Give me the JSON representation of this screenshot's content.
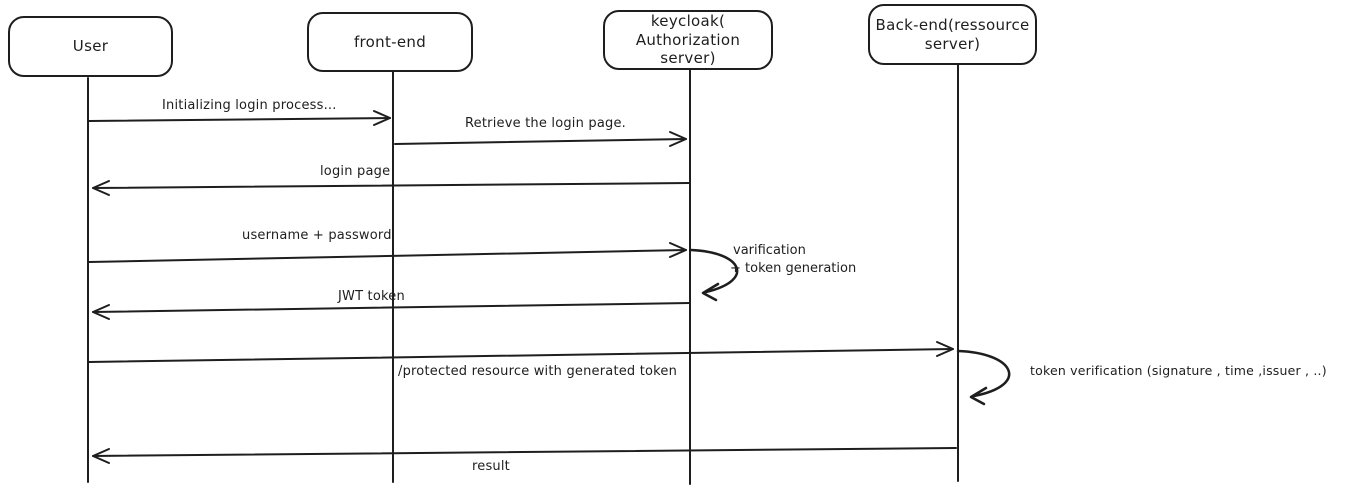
{
  "diagram": {
    "type": "sequence-diagram",
    "background_color": "#ffffff",
    "stroke_color": "#1e1e1e"
  },
  "actors": [
    {
      "id": "user",
      "label": "User"
    },
    {
      "id": "front-end",
      "label": "front-end"
    },
    {
      "id": "keycloak",
      "label_line1": "keycloak( Authorization",
      "label_line2": "server)"
    },
    {
      "id": "back-end",
      "label_line1": "Back-end(ressource",
      "label_line2": "server)"
    }
  ],
  "messages": [
    {
      "from": "User",
      "to": "front-end",
      "label": "Initializing login process..."
    },
    {
      "from": "front-end",
      "to": "keycloak",
      "label": "Retrieve the login page."
    },
    {
      "from": "keycloak",
      "to": "User",
      "label": "login page"
    },
    {
      "from": "User",
      "to": "keycloak",
      "label": "username + password"
    },
    {
      "from": "keycloak",
      "to": "keycloak",
      "self_loop": true,
      "label_line1": "varification",
      "label_line2": "+ token generation"
    },
    {
      "from": "keycloak",
      "to": "User",
      "label": "JWT token"
    },
    {
      "from": "User",
      "to": "back-end",
      "label": "/protected resource with generated token"
    },
    {
      "from": "back-end",
      "to": "back-end",
      "self_loop": true,
      "label": "token verification (signature , time ,issuer , ..)"
    },
    {
      "from": "back-end",
      "to": "User",
      "label": "result"
    }
  ]
}
